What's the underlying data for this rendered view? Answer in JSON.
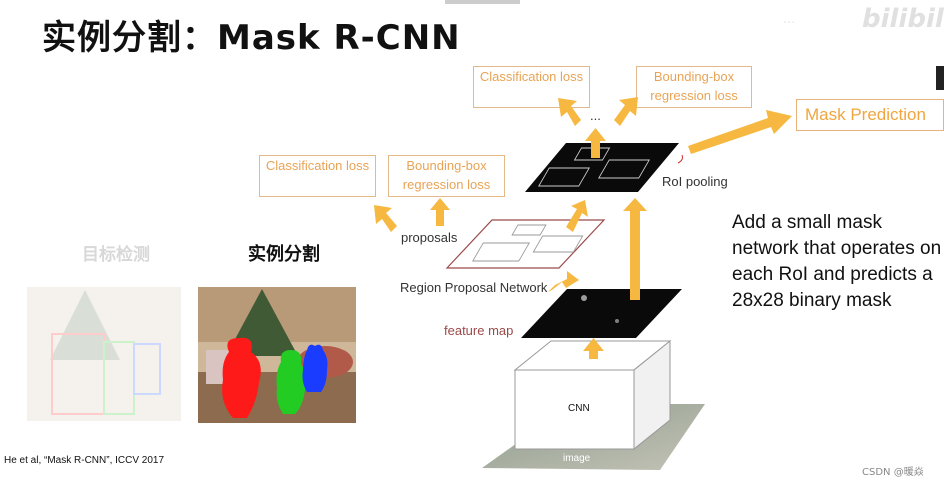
{
  "slide": {
    "title": "实例分割：Mask R-CNN",
    "watermark_text": "...",
    "watermark_logo": "bilibili",
    "label_detection": "目标检测",
    "label_instance_seg": "实例分割",
    "citation": "He et al, “Mask R-CNN”, ICCV 2017",
    "csdn_mark": "CSDN @暖焱"
  },
  "diagram": {
    "top_classification_loss": "Classification loss",
    "top_bbox_loss": "Bounding-box regression loss",
    "ellipsis": "...",
    "mask_prediction": "Mask Prediction",
    "roi_pooling": "RoI pooling",
    "mid_classification_loss": "Classification loss",
    "mid_bbox_loss": "Bounding-box regression loss",
    "proposals": "proposals",
    "rpn": "Region Proposal Network",
    "feature_map": "feature map",
    "cnn": "CNN",
    "image": "image"
  },
  "description": "Add a small mask network that operates on each RoI and predicts a 28x28 binary mask",
  "colors": {
    "arrow": "#f7b841",
    "loss_text": "#e8a456",
    "loss_border": "#e3b98c",
    "mask_red": "#ff1a1a",
    "mask_green": "#22cc22",
    "mask_blue": "#1a3cff"
  }
}
